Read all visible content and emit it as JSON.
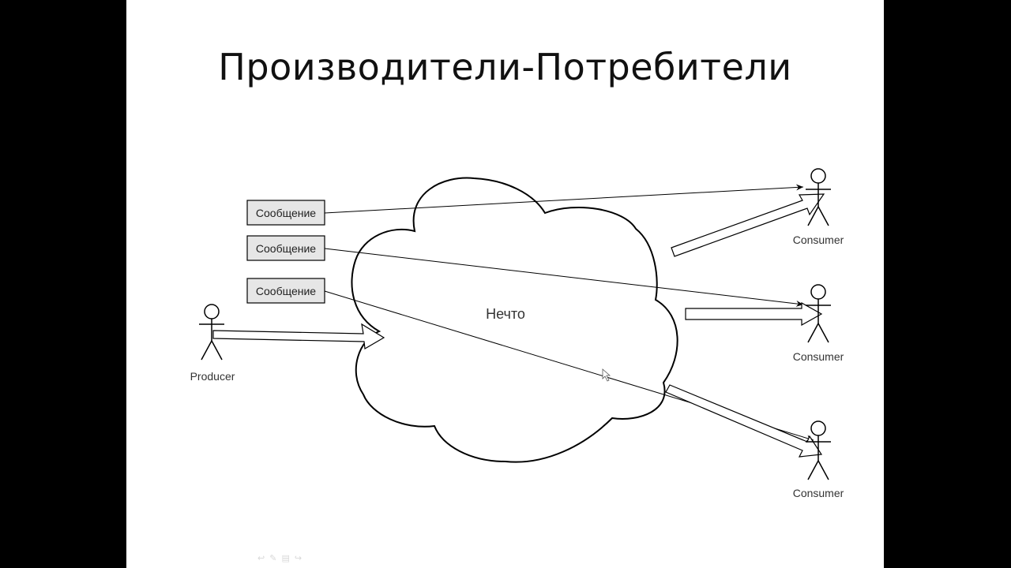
{
  "slide": {
    "title": "Производители-Потребители"
  },
  "diagram": {
    "cloud_label": "Нечто",
    "producer": {
      "label": "Producer"
    },
    "messages": [
      {
        "label": "Сообщение"
      },
      {
        "label": "Сообщение"
      },
      {
        "label": "Сообщение"
      }
    ],
    "consumers": [
      {
        "label": "Consumer"
      },
      {
        "label": "Consumer"
      },
      {
        "label": "Consumer"
      }
    ]
  },
  "colors": {
    "background": "#000000",
    "slide": "#ffffff",
    "stroke": "#000000",
    "message_fill": "#e6e6e6"
  },
  "controls": {
    "icons": [
      "back-arrow-icon",
      "pen-icon",
      "menu-icon",
      "forward-arrow-icon"
    ]
  }
}
